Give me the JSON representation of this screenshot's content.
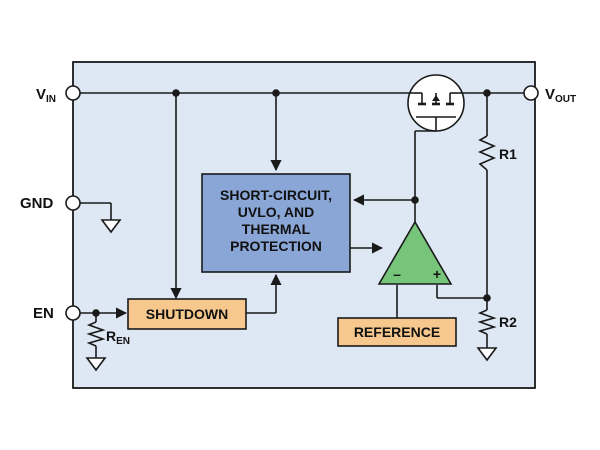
{
  "colors": {
    "chip_fill": "#dde8f4",
    "chip_border": "#1a1a1a",
    "protection_fill": "#8aa6d6",
    "orange_fill": "#f6c88e",
    "opamp_fill": "#77c57a",
    "wire": "#1a1a1a"
  },
  "pins": {
    "vin": {
      "main": "V",
      "sub": "IN"
    },
    "vout": {
      "main": "V",
      "sub": "OUT"
    },
    "gnd": {
      "main": "GND"
    },
    "en": {
      "main": "EN"
    }
  },
  "blocks": {
    "protection": [
      "SHORT-CIRCUIT,",
      "UVLO, AND",
      "THERMAL",
      "PROTECTION"
    ],
    "shutdown": "SHUTDOWN",
    "reference": "REFERENCE"
  },
  "opamp": {
    "minus": "–",
    "plus": "+"
  },
  "resistors": {
    "r1": "R1",
    "r2": "R2",
    "ren": {
      "main": "R",
      "sub": "EN"
    }
  }
}
